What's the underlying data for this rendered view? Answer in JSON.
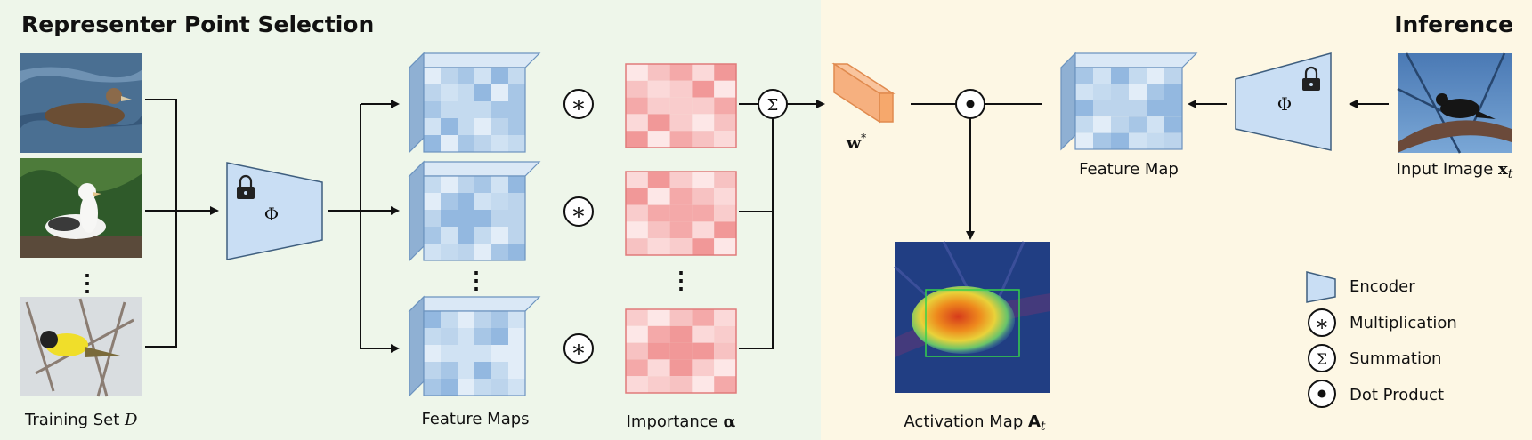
{
  "colors": {
    "left_bg": "#eef6ea",
    "right_bg": "#fdf7e4",
    "encoder_fill": "#c9def4",
    "encoder_stroke": "#3f5f7f",
    "feature_cell_colors": [
      "#bcd4ec",
      "#a7c6e6",
      "#d0e2f3",
      "#93b8e0",
      "#c4daef",
      "#e2edf8"
    ],
    "importance_cell_colors": [
      "#f7c2c2",
      "#f4a9a9",
      "#fbd9d9",
      "#f19898",
      "#f9cccc",
      "#fde7e7"
    ],
    "weight_fill": "#f6b07f"
  },
  "left_section": {
    "title": "Representer Point Selection",
    "training_set_label": "Training Set",
    "training_set_symbol": "D",
    "feature_maps_label": "Feature Maps",
    "importance_label": "Importance",
    "importance_symbol": "α",
    "encoder_symbol": "Φ",
    "vertical_ellipsis": "⋮"
  },
  "right_section": {
    "title": "Inference",
    "input_label": "Input Image",
    "input_symbol": "x",
    "input_subscript": "t",
    "feature_map_label": "Feature Map",
    "activation_label": "Activation Map",
    "activation_symbol": "A",
    "activation_subscript": "t",
    "weight_symbol": "w",
    "weight_superscript": "*",
    "encoder_symbol": "Φ"
  },
  "operators": {
    "multiply": "∗",
    "sum": "Σ",
    "dot": "•"
  },
  "legend": [
    {
      "icon": "encoder",
      "label": "Encoder"
    },
    {
      "icon": "multiply",
      "symbol": "∗",
      "label": "Multiplication"
    },
    {
      "icon": "sum",
      "symbol": "Σ",
      "label": "Summation"
    },
    {
      "icon": "dot",
      "symbol": "•",
      "label": "Dot Product"
    }
  ]
}
